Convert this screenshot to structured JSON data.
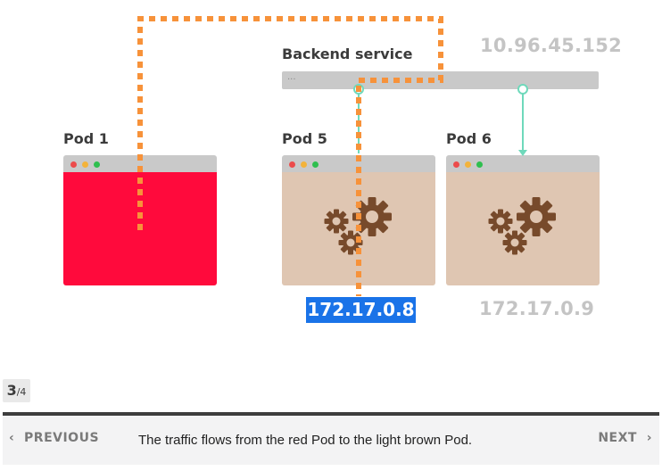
{
  "diagram": {
    "service": {
      "label": "Backend service",
      "ip": "10.96.45.152",
      "handle": "..."
    },
    "pods": [
      {
        "label": "Pod 1",
        "color": "#ff0a3c"
      },
      {
        "label": "Pod 5",
        "color": "#dfc6b2",
        "ip": "172.17.0.8",
        "ip_highlighted": true
      },
      {
        "label": "Pod 6",
        "color": "#dfc6b2",
        "ip": "172.17.0.9"
      }
    ],
    "colors": {
      "traffic": "#f7923a",
      "service_link": "#6fd9bb",
      "gear": "#774a2b",
      "highlight": "#1a73e8"
    }
  },
  "stepper": {
    "current": "3",
    "total": "/4"
  },
  "footer": {
    "prev_label": "PREVIOUS",
    "next_label": "NEXT",
    "caption": "The traffic flows from the red Pod to the light brown Pod."
  }
}
